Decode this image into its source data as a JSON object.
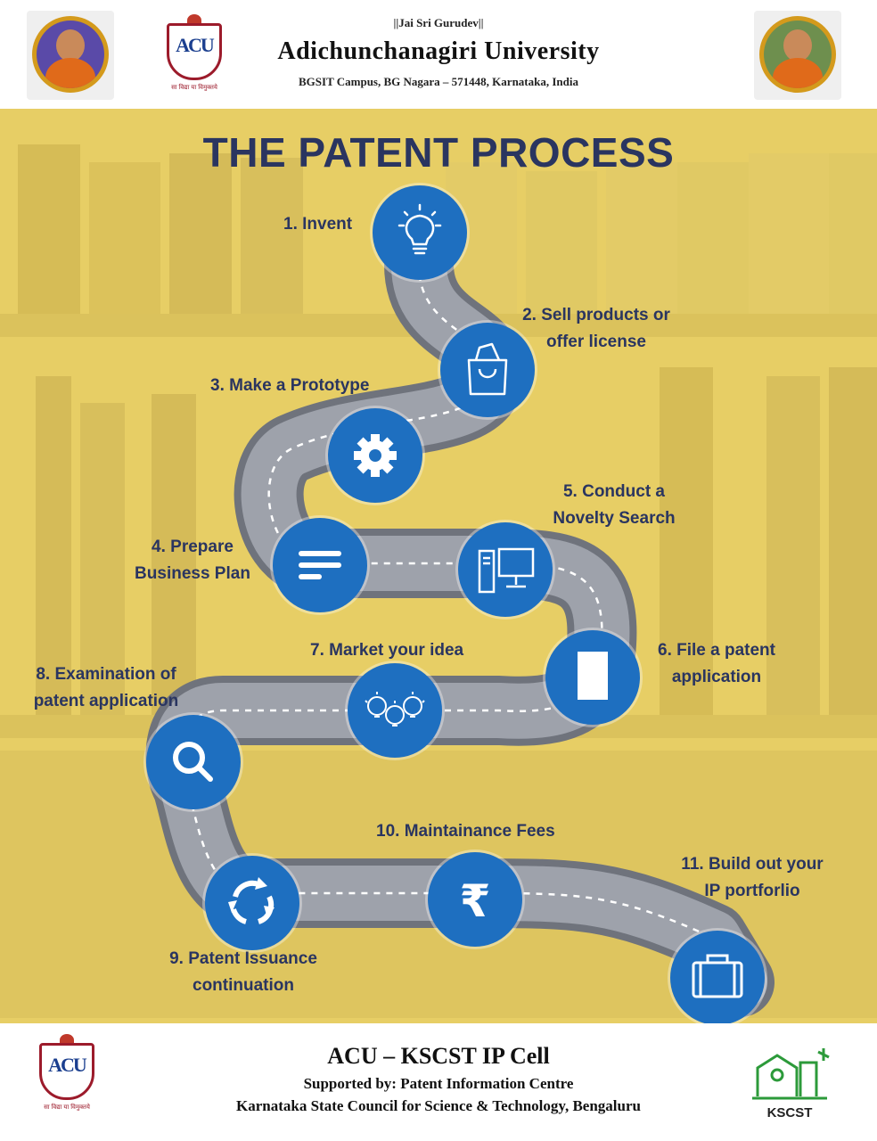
{
  "header": {
    "line1": "||Jai  Sri Gurudev||",
    "university": "Adichunchanagiri University",
    "address": "BGSIT Campus, BG Nagara – 571448, Karnataka, India",
    "crest_letters": "ACU",
    "crest_motto": "सा विद्या या विमुक्तये"
  },
  "title": "THE PATENT PROCESS",
  "steps": [
    {
      "label": "1. Invent",
      "icon": "lightbulb-icon"
    },
    {
      "label": "2. Sell products or offer license",
      "line1": "2. Sell products or",
      "line2": "offer license",
      "icon": "shopping-bag-icon"
    },
    {
      "label": "3. Make a Prototype",
      "icon": "gear-icon"
    },
    {
      "label": "4. Prepare Business Plan",
      "line1": "4. Prepare",
      "line2": "Business Plan",
      "icon": "text-lines-icon"
    },
    {
      "label": "5. Conduct a Novelty Search",
      "line1": "5. Conduct a",
      "line2": "Novelty Search",
      "icon": "computer-icon"
    },
    {
      "label": "6. File a patent application",
      "line1": "6. File a patent",
      "line2": "application",
      "icon": "document-icon"
    },
    {
      "label": "7. Market your idea",
      "icon": "lightbulbs-icon"
    },
    {
      "label": "8. Examination of patent application",
      "line1": "8. Examination of",
      "line2": "patent application",
      "icon": "magnifier-icon"
    },
    {
      "label": "9. Patent Issuance continuation",
      "line1": "9. Patent Issuance",
      "line2": "continuation",
      "icon": "refresh-arrows-icon"
    },
    {
      "label": "10. Maintainance Fees",
      "icon": "rupee-icon"
    },
    {
      "label": "11. Build out your IP portforlio",
      "line1": "11. Build out your",
      "line2": "IP portforlio",
      "icon": "briefcase-icon"
    }
  ],
  "footer": {
    "line1": "ACU – KSCST IP Cell",
    "line2": "Supported by: Patent Information Centre",
    "line3": "Karnataka State Council for Science & Technology, Bengaluru",
    "kscst_logo": "KSCST"
  },
  "colors": {
    "icon_blue": "#1e6fc0",
    "road_gray": "#8b8f99",
    "title_navy": "#2a3560",
    "overlay_yellow": "#efd874"
  }
}
